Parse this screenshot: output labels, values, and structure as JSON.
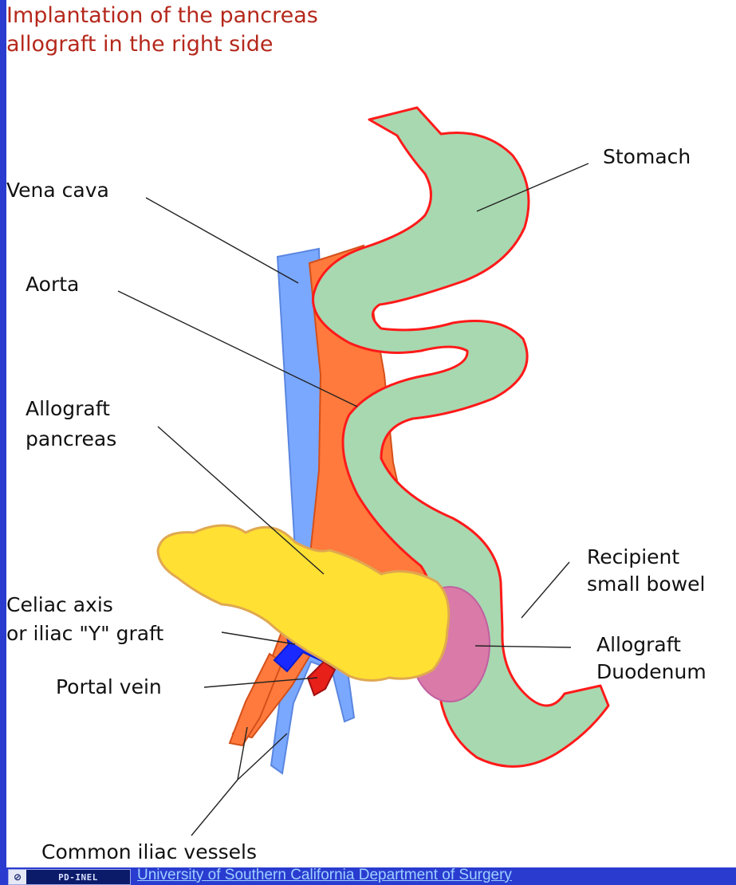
{
  "title": {
    "line1": "Implantation of the pancreas",
    "line2": "allograft in the right side"
  },
  "labels": {
    "stomach": "Stomach",
    "vena_cava": "Vena cava",
    "aorta": "Aorta",
    "allograft_pancreas_1": "Allograft",
    "allograft_pancreas_2": "pancreas",
    "recipient_small_bowel_1": "Recipient",
    "recipient_small_bowel_2": "small bowel",
    "celiac_axis_1": "Celiac axis",
    "celiac_axis_2": "or iliac \"Y\" graft",
    "allograft_duodenum_1": "Allograft",
    "allograft_duodenum_2": "Duodenum",
    "portal_vein": "Portal vein",
    "common_iliac_vessels": "Common iliac vessels"
  },
  "footer": {
    "badge_icon": "⊘",
    "badge_text": "PD-INEL",
    "credit": "University of Southern California Department of Surgery"
  },
  "colors": {
    "background": "#2a3cd0",
    "title": "#b5281c",
    "stomach_fill": "#a8d8b0",
    "stomach_outline": "#ff1a1a",
    "aorta": "#ff7a3c",
    "vena_cava": "#7aa8ff",
    "pancreas": "#ffe033",
    "duodenum": "#d97aa8",
    "portal_vein": "#e8201a",
    "celiac_graft": "#1a2aff"
  }
}
